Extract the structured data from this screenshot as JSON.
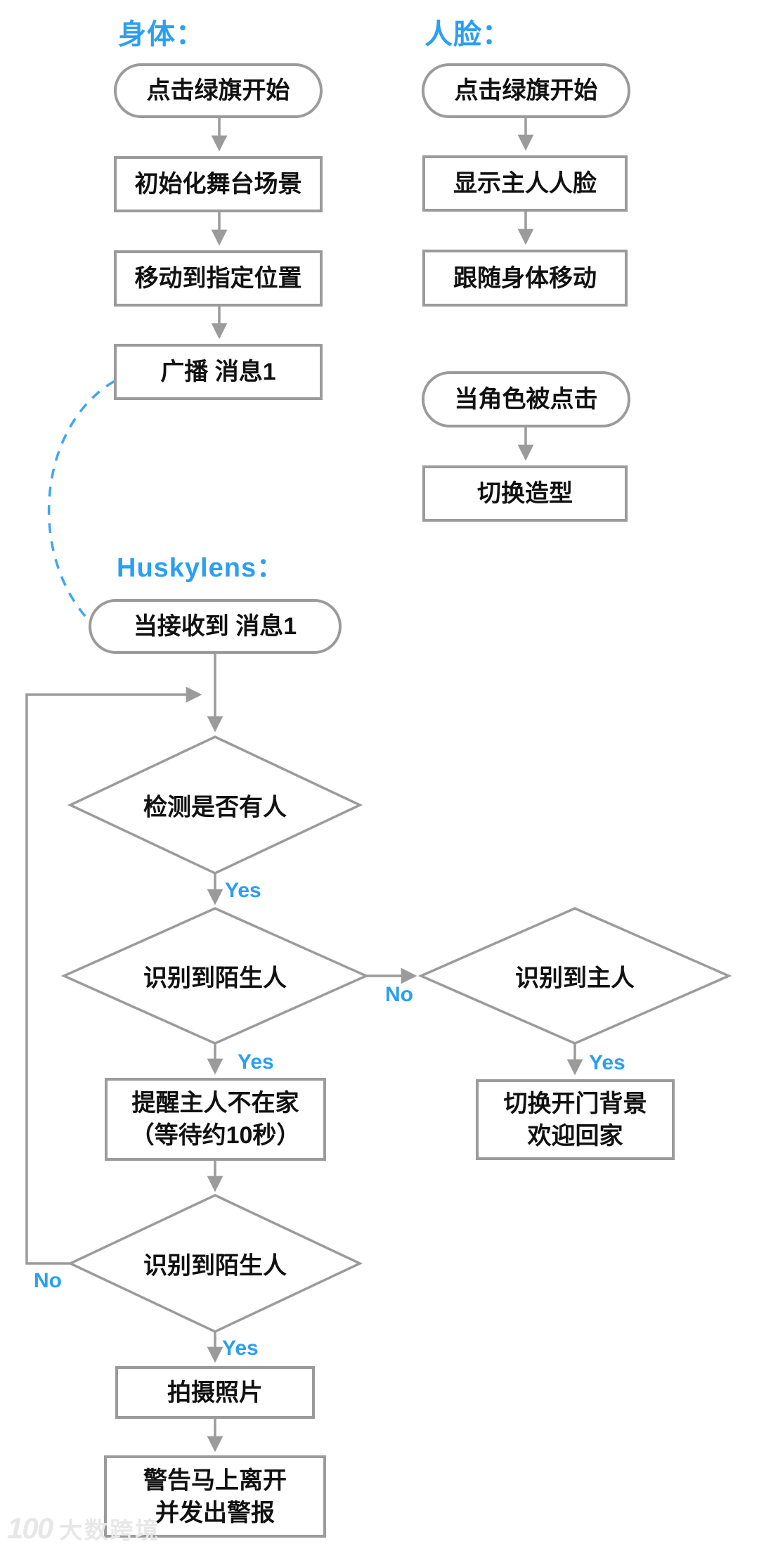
{
  "colors": {
    "accent_blue": "#2B9FF2",
    "shape_border_gray": "#9b9b9b",
    "arrow_gray": "#9b9b9b",
    "text_black": "#111111",
    "watermark_gray": "#e7e7e7"
  },
  "body": {
    "label": "身体：",
    "nodes": {
      "start": "点击绿旗开始",
      "init": "初始化舞台场景",
      "move": "移动到指定位置",
      "broadcast": "广播 消息1"
    }
  },
  "face": {
    "label": "人脸：",
    "nodes": {
      "start": "点击绿旗开始",
      "show": "显示主人人脸",
      "follow": "跟随身体移动",
      "clicked": "当角色被点击",
      "switch_costume": "切换造型"
    }
  },
  "husky": {
    "label": "Huskylens：",
    "nodes": {
      "receive": "当接收到 消息1",
      "detect": "检测是否有人",
      "stranger1": "识别到陌生人",
      "master": "识别到主人",
      "remind_line1": "提醒主人不在家",
      "remind_line2": "（等待约10秒）",
      "welcome_line1": "切换开门背景",
      "welcome_line2": "欢迎回家",
      "stranger2": "识别到陌生人",
      "photo": "拍摄照片",
      "warn_line1": "警告马上离开",
      "warn_line2": "并发出警报"
    }
  },
  "edges": {
    "yes": "Yes",
    "no": "No"
  },
  "watermark": {
    "logo_text": "100",
    "logo_icon": "smiley-100-logo",
    "text": "大数跨境"
  }
}
